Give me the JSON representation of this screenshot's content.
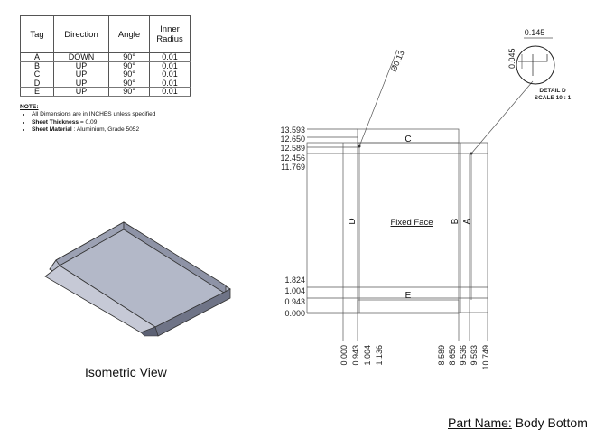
{
  "bend_table": {
    "headers": [
      "Tag",
      "Direction",
      "Angle",
      "Inner Radius"
    ],
    "rows": [
      [
        "A",
        "DOWN",
        "90°",
        "0.01"
      ],
      [
        "B",
        "UP",
        "90°",
        "0.01"
      ],
      [
        "C",
        "UP",
        "90°",
        "0.01"
      ],
      [
        "D",
        "UP",
        "90°",
        "0.01"
      ],
      [
        "E",
        "UP",
        "90°",
        "0.01"
      ]
    ]
  },
  "note": {
    "heading": "NOTE:",
    "items": [
      {
        "label": "",
        "value": "All Dimensions are in INCHES unless specified"
      },
      {
        "label": "Sheet Thickness",
        "value": " = 0.09"
      },
      {
        "label": "Sheet Material",
        "value": " : Aluminium, Grade 5052"
      }
    ]
  },
  "iso_view_label": "Isometric View",
  "part_name": {
    "key": "Part Name:",
    "value": "Body Bottom"
  },
  "detail": {
    "title": "DETAIL D",
    "scale": "SCALE 10 : 1",
    "dim_h": "0.145",
    "dim_v": "0.045",
    "diameter": "Ø0.13"
  },
  "flat_pattern": {
    "left_dims": [
      "13.593",
      "12.650",
      "12.589",
      "12.456",
      "11.769",
      "1.824",
      "1.004",
      "0.943",
      "0.000"
    ],
    "bottom_dims": [
      "0.000",
      "0.943",
      "1.004",
      "1.136",
      "8.589",
      "8.650",
      "9.536",
      "9.593",
      "10.749"
    ],
    "face_label": "Fixed Face",
    "bend_tags": {
      "c": "C",
      "d": "D",
      "e": "E",
      "b": "B",
      "a": "A"
    }
  }
}
